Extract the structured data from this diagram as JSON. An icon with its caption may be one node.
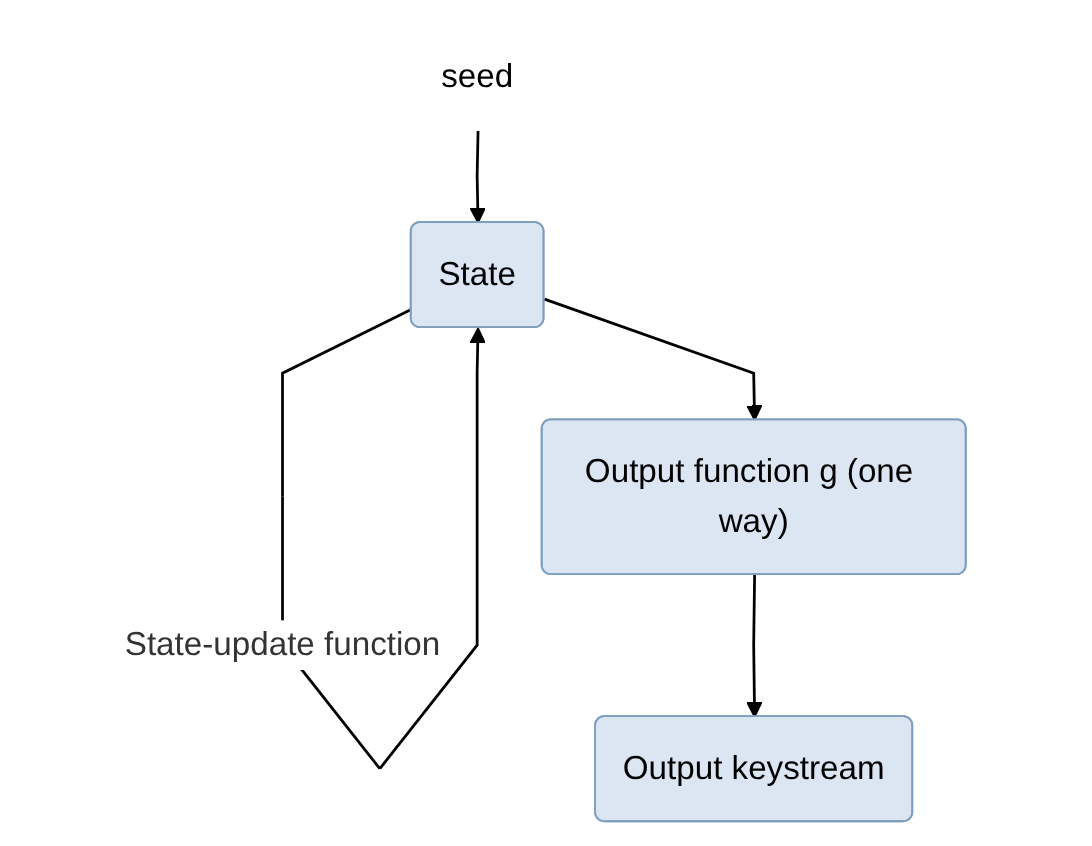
{
  "diagram": {
    "nodes": [
      {
        "text": [
          "seed"
        ]
      },
      {
        "text": [
          "State"
        ]
      },
      {
        "text": [
          "Output function g (one way)"
        ]
      },
      {
        "text": [
          "Output keystream"
        ]
      }
    ],
    "edges": [
      {
        "from": 0,
        "to": 1,
        "arrow": "to"
      },
      {
        "from": 1,
        "to": 1,
        "arrow": "to",
        "label": "State-update function"
      },
      {
        "from": 1,
        "to": 2,
        "arrow": "to"
      },
      {
        "from": 2,
        "to": 3,
        "arrow": "to"
      }
    ]
  }
}
